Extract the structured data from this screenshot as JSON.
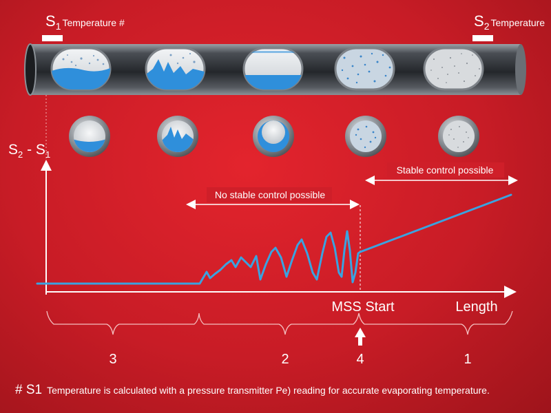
{
  "sensors": {
    "s1": {
      "letter": "S",
      "sub": "1",
      "label": "Temperature #"
    },
    "s2": {
      "letter": "S",
      "sub": "2",
      "label": "Temperature"
    }
  },
  "y_axis": {
    "s2": "S",
    "s2_sub": "2",
    "minus": " - ",
    "s1": "S",
    "s1_sub": "1"
  },
  "x_axis_label": "Length",
  "mss_label": "MSS Start",
  "ranges": {
    "unstable": "No stable control possible",
    "stable": "Stable control possible"
  },
  "zones": [
    "3",
    "2",
    "4",
    "1"
  ],
  "footnote": {
    "marker": "# S1",
    "text": "Temperature is calculated with a pressure transmitter  Pe) reading for accurate evaporating temperature."
  },
  "colors": {
    "background": "#c81c26",
    "curve": "#3aa3e0",
    "axis": "#ffffff",
    "pipe": "#3c3f44",
    "liquid": "#2f8fdb"
  },
  "icons": [
    "arrow-up-icon"
  ]
}
